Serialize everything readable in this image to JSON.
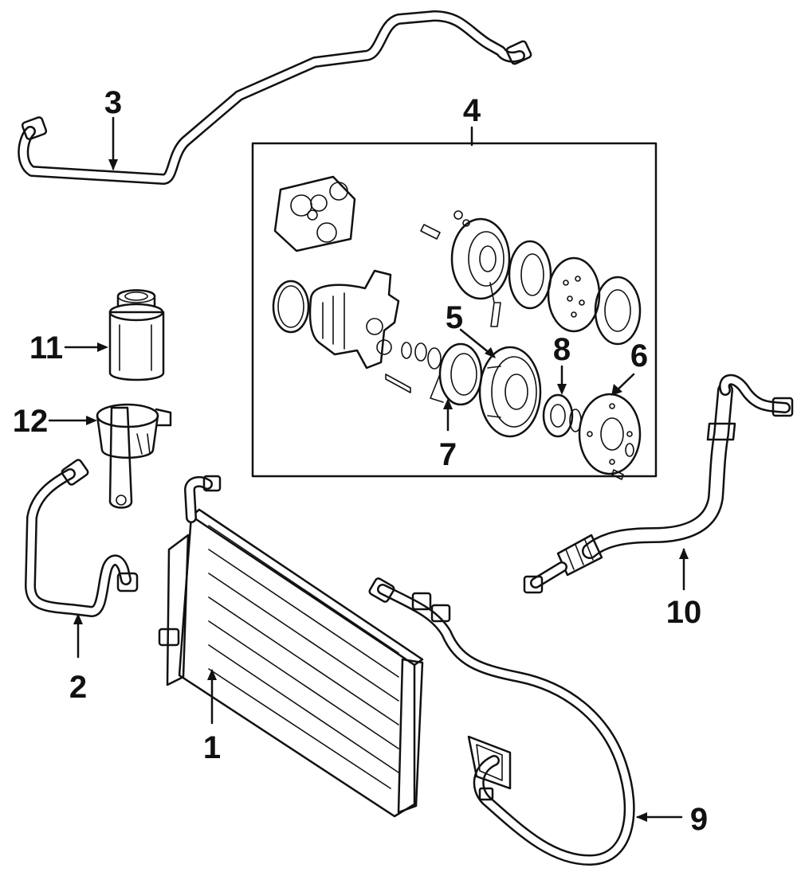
{
  "diagram": {
    "callouts": [
      {
        "id": "1",
        "label": "1",
        "part": "condenser"
      },
      {
        "id": "2",
        "label": "2",
        "part": "condenser-line"
      },
      {
        "id": "3",
        "label": "3",
        "part": "long-ac-line"
      },
      {
        "id": "4",
        "label": "4",
        "part": "compressor-assembly"
      },
      {
        "id": "5",
        "label": "5",
        "part": "clutch-pulley"
      },
      {
        "id": "6",
        "label": "6",
        "part": "clutch-hub"
      },
      {
        "id": "7",
        "label": "7",
        "part": "clutch-coil"
      },
      {
        "id": "8",
        "label": "8",
        "part": "bearing"
      },
      {
        "id": "9",
        "label": "9",
        "part": "suction-hose"
      },
      {
        "id": "10",
        "label": "10",
        "part": "discharge-hose"
      },
      {
        "id": "11",
        "label": "11",
        "part": "accumulator-drier"
      },
      {
        "id": "12",
        "label": "12",
        "part": "drier-bracket"
      }
    ]
  }
}
